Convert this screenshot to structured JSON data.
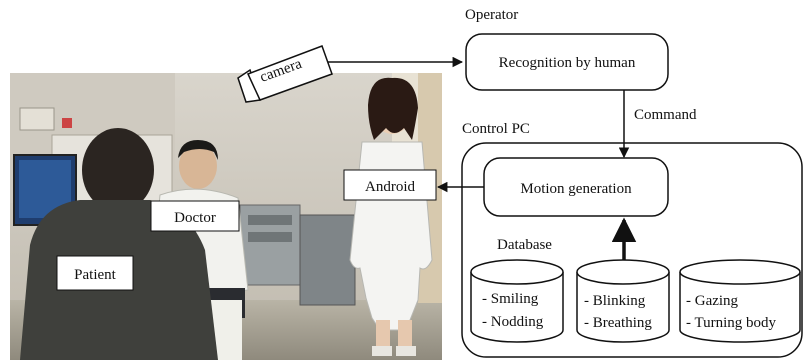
{
  "diagram": {
    "operator_label": "Operator",
    "recognition_label": "Recognition by human",
    "command_label": "Command",
    "control_pc_label": "Control PC",
    "motion_label": "Motion generation",
    "database_label": "Database",
    "camera_label": "camera",
    "photo_labels": {
      "android": "Android",
      "doctor": "Doctor",
      "patient": "Patient"
    },
    "databases": [
      {
        "lines": [
          "- Smiling",
          "- Nodding"
        ]
      },
      {
        "lines": [
          "- Blinking",
          "- Breathing"
        ]
      },
      {
        "lines": [
          "- Gazing",
          "- Turning body"
        ]
      }
    ]
  }
}
